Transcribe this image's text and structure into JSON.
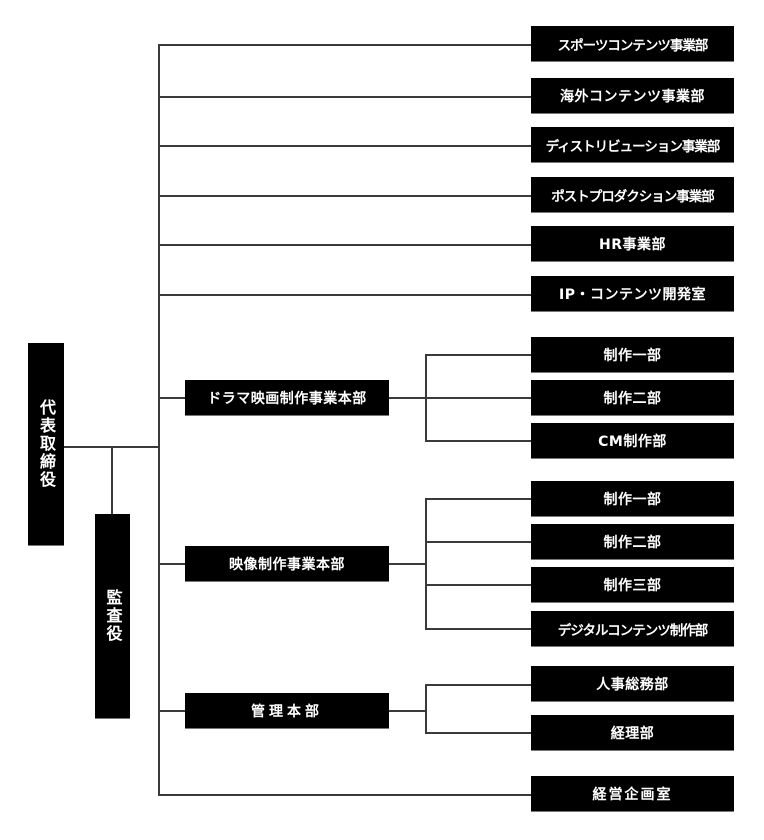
{
  "chart_title": "",
  "root": {
    "label": "代表取締役",
    "auditor": "監査役"
  },
  "direct_departments": [
    "スポーツコンテンツ事業部",
    "海外コンテンツ事業部",
    "ディストリビューション事業部",
    "ポストプロダクション事業部",
    "HR事業部",
    "IP・コンテンツ開発室"
  ],
  "divisions": [
    {
      "label": "ドラマ映画制作事業本部",
      "departments": [
        "制作一部",
        "制作二部",
        "CM制作部"
      ]
    },
    {
      "label": "映像制作事業本部",
      "departments": [
        "制作一部",
        "制作二部",
        "制作三部",
        "デジタルコンテンツ制作部"
      ]
    },
    {
      "label": "管理本部",
      "departments": [
        "人事総務部",
        "経理部"
      ]
    }
  ],
  "bottom_office": "経営企画室",
  "colors": {
    "box_fill": "#000000",
    "box_text": "#ffffff",
    "line": "#3a3a3a",
    "background": "#ffffff"
  }
}
